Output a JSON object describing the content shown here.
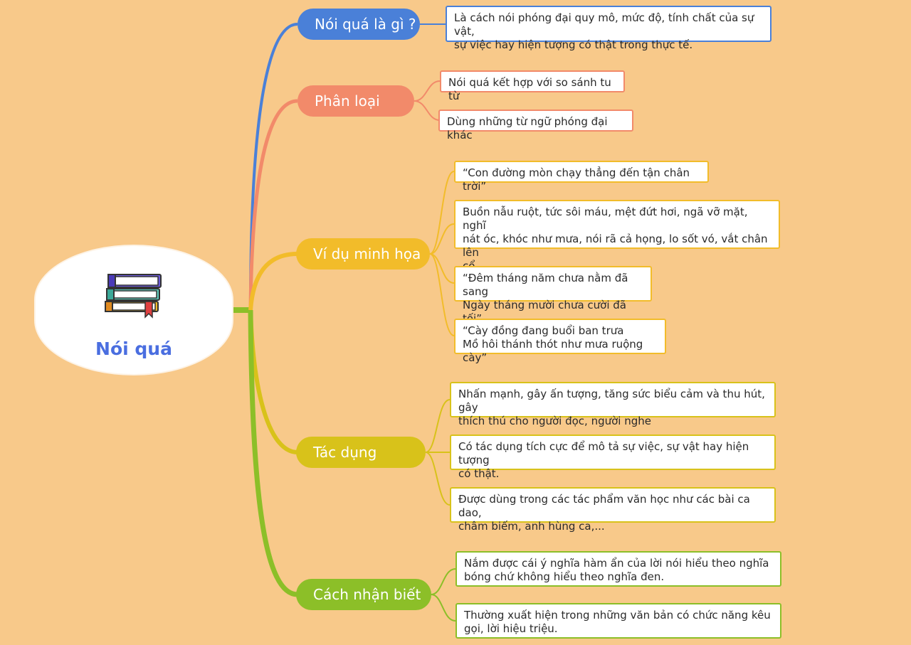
{
  "root": {
    "title": "Nói quá",
    "icon": "books-icon"
  },
  "colors": {
    "background": "#f8c98a",
    "root_text": "#4a6ee0",
    "branch1": "#4a80d8",
    "branch2": "#f28a6a",
    "branch3": "#f2bc2a",
    "branch4": "#d8c21a",
    "branch5": "#8cbf28"
  },
  "branches": [
    {
      "label": "Nói quá là gì ?",
      "items": [
        "Là cách nói phóng đại quy mô, mức độ, tính chất của sự vật,\nsự việc hay hiện tượng có thật trong thực tế."
      ]
    },
    {
      "label": "Phân loại",
      "items": [
        "Nói quá kết hợp với so sánh tu từ",
        "Dùng những từ ngữ phóng đại khác"
      ]
    },
    {
      "label": "Ví dụ minh họa",
      "items": [
        "“Con đường mòn chạy thẳng đến tận chân trời”",
        "Buồn nẫu ruột, tức sôi máu, mệt đứt hơi, ngã vỡ mặt, nghĩ\nnát óc, khóc như mưa, nói rã cả họng, lo sốt vó, vắt chân lên\ncổ,...",
        "“Đêm tháng năm chưa nằm đã sang\nNgày tháng mười chưa cười đã tối”",
        "“Cày đồng đang buổi ban trưa\nMồ hôi thánh thót như mưa ruộng cày”"
      ]
    },
    {
      "label": "Tác dụng",
      "items": [
        "Nhấn mạnh, gây ấn tượng, tăng sức biểu cảm và thu hút, gây\nthích thú cho người đọc, người nghe",
        "Có tác dụng tích cực để mô tả sự việc, sự vật hay hiện tượng\ncó thật.",
        "Được dùng trong các tác phẩm văn học như các bài ca dao,\nchâm biếm, anh hùng ca,..."
      ]
    },
    {
      "label": "Cách nhận biết",
      "items": [
        "Nắm được cái ý nghĩa hàm ẩn của lời nói hiểu theo nghĩa\nbóng chứ không hiểu theo nghĩa đen.",
        "Thường xuất hiện trong những văn bản có chức năng kêu\ngọi, lời hiệu triệu."
      ]
    }
  ]
}
